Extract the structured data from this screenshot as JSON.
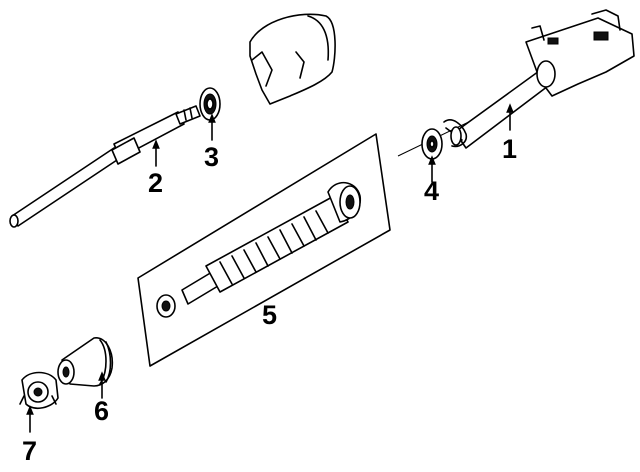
{
  "callouts": [
    {
      "id": "1",
      "part": "steering-column-housing"
    },
    {
      "id": "2",
      "part": "steering-shaft"
    },
    {
      "id": "3",
      "part": "bearing"
    },
    {
      "id": "4",
      "part": "bearing"
    },
    {
      "id": "5",
      "part": "intermediate-shaft"
    },
    {
      "id": "6",
      "part": "boot"
    },
    {
      "id": "7",
      "part": "universal-joint"
    }
  ],
  "colors": {
    "line": "#000000",
    "background": "#ffffff"
  }
}
